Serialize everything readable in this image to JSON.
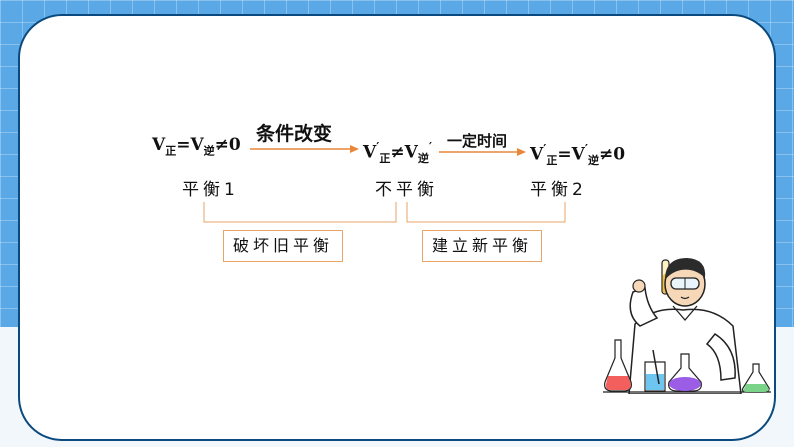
{
  "equilibrium_1": {
    "v": "V",
    "sub_forward": "正",
    "equals": "=V",
    "sub_reverse": "逆",
    "tail": "≠0",
    "caption": "平衡1"
  },
  "arrow_1": {
    "label": "条件改变"
  },
  "non_equilibrium": {
    "v": "V",
    "prime": "′",
    "sub_forward": "正",
    "not_equal": "≠V",
    "sub_reverse": "逆",
    "prime2": "′",
    "caption": "不平衡"
  },
  "arrow_2": {
    "label": "一定时间"
  },
  "equilibrium_2": {
    "v": "V",
    "prime": "′",
    "sub_forward": "正",
    "equals": "=V",
    "prime2": "′",
    "sub_reverse": "逆",
    "tail": "≠0",
    "caption": "平衡2"
  },
  "process_boxes": {
    "break": "破坏旧平衡",
    "build": "建立新平衡"
  },
  "colors": {
    "arrow": "#e8873a",
    "box_border": "#e6a566",
    "background": "#5aa9e6",
    "card_border": "#0b4a7e"
  }
}
